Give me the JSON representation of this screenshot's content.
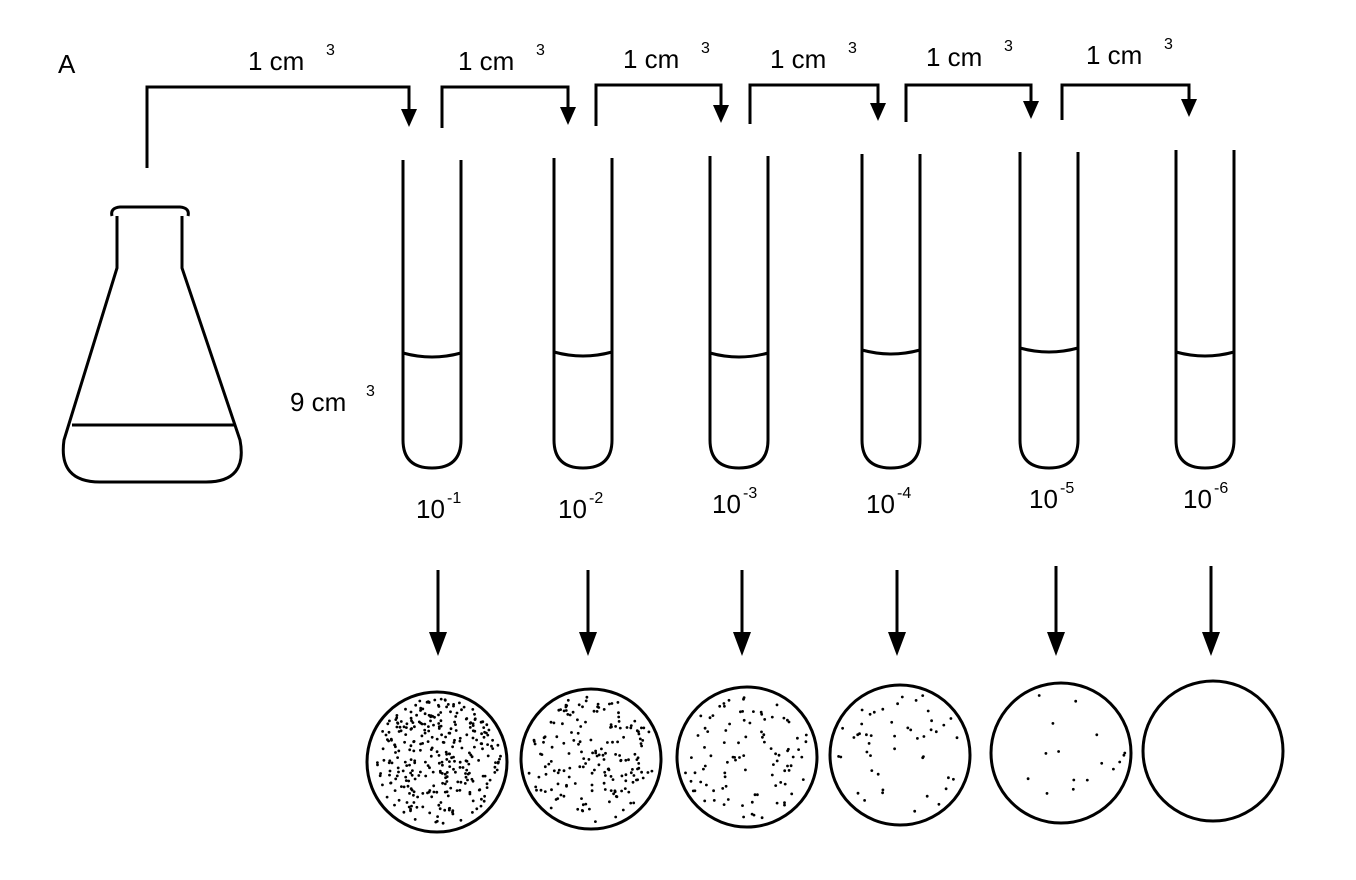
{
  "flask_label": "A",
  "transfer_volume": "1 cm",
  "transfer_volume_sup": "3",
  "tube_volume": "9 cm",
  "tube_volume_sup": "3",
  "dilution_base": "10",
  "dilutions": [
    "-1",
    "-2",
    "-3",
    "-4",
    "-5",
    "-6"
  ],
  "plate_colony_density": [
    1.0,
    0.55,
    0.3,
    0.15,
    0.05,
    0.0
  ],
  "colors": {
    "line": "#000000",
    "background": "#ffffff"
  }
}
